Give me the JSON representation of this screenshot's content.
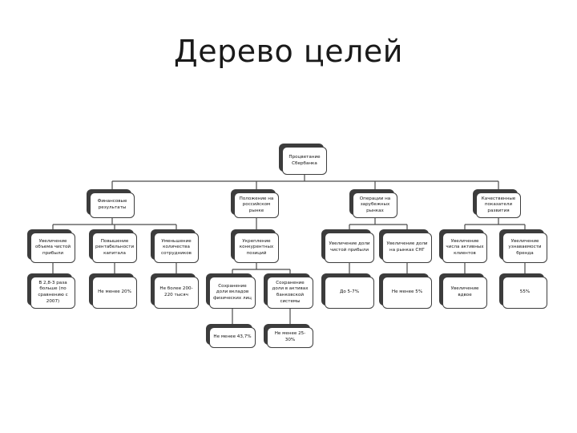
{
  "title": "Дерево целей",
  "nodes": {
    "root": "Процветание Сбербанка",
    "fin": "Финансовые результаты",
    "pos": "Положение на российском рынке",
    "ops": "Операции на зарубежных рынках",
    "qual": "Качественные показатели развития",
    "profit_growth": "Увеличение объема чистой прибыли",
    "capital_return": "Повышение рентабельности капитала",
    "staff_cut": "Уменьшение количества сотрудников",
    "competitive": "Укрепление конкурентных позиций",
    "profit_share": "Увеличение доли чистой прибыли",
    "cis_share": "Увеличение доли на рынках СНГ",
    "active_clients": "Увеличение числа активных клиентов",
    "brand": "Увеличение узнаваемости бренда",
    "times": "В 2,8-3 раза больше (по сравнению с 2007)",
    "min20": "Не менее 20%",
    "staff_limit": "Не более 200-220 тысяч",
    "deposits": "Сохранение доли вкладов физических лиц",
    "assets": "Сохранение доли в активах банковской системы",
    "pct5_7": "До 5-7%",
    "min5": "Не менее 5%",
    "growth2x": "Увеличение вдвое",
    "pct55": "55%",
    "min43": "Не менее 43,7%",
    "min25": "Не менее 25-30%"
  }
}
